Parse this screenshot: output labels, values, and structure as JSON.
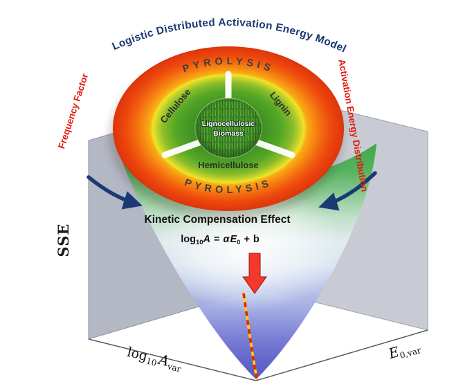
{
  "figure": {
    "title": "Logistic Distributed Activation Energy Model"
  },
  "ring": {
    "top": "PYROLYSIS",
    "bottom": "PYROLYSIS"
  },
  "components": {
    "cellulose": "Cellulose",
    "lignin": "Lignin",
    "hemicellulose": "Hemicellulose"
  },
  "core": {
    "line1": "Lignocellulosic",
    "line2": "Biomass"
  },
  "side_labels": {
    "frequency_factor": "Frequency Factor",
    "activation_energy": "Activation Energy Distribution"
  },
  "kce": {
    "title": "Kinetic Compensation Effect",
    "eq": {
      "p1": "log",
      "p2": "10",
      "p3": "A",
      "p4": "=",
      "p5": "α",
      "p6": "E",
      "p7": "0",
      "p8": "+",
      "p9": "b"
    }
  },
  "axes": {
    "sse": "SSE",
    "x": {
      "p1": "log",
      "p2": "10",
      "p3": "A",
      "p4": "var"
    },
    "y": {
      "p1": "E",
      "p2": "0,var"
    }
  },
  "colors": {
    "navy": "#1b3a74",
    "red_label": "#e21b0c",
    "text_dark": "#111111",
    "pyrolysis_text": "#3d3d3d",
    "component_text": "#2e2e2e",
    "ring_outer_red": "#e23a0c",
    "ring_orange": "#f2640f",
    "ring_yellow": "#efe426",
    "disc_green": "#3c9122",
    "surface_green": "#35a63e",
    "surface_blue": "#4b4cbc",
    "wall_gray": "#b1b4c1",
    "arrow_red": "#f2392b",
    "valley_yellow": "#ffd400"
  }
}
